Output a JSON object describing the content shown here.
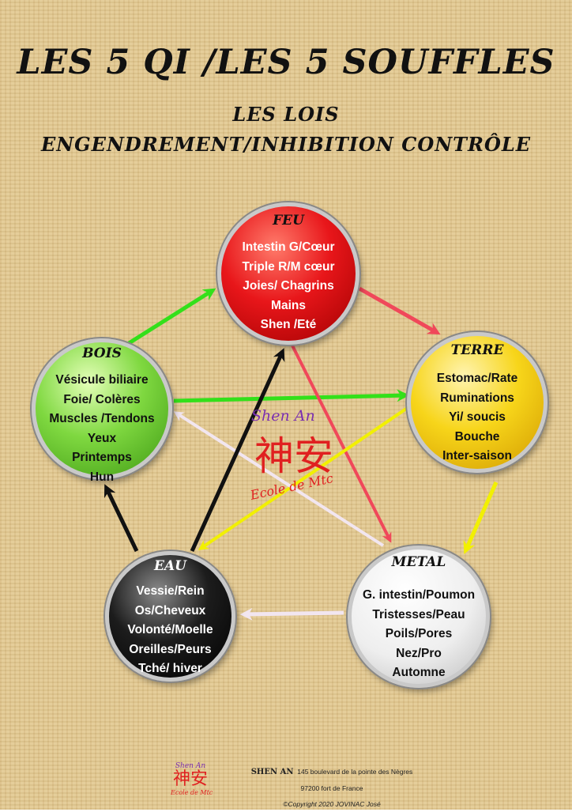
{
  "header": {
    "title": "LES 5 QI /LES 5 SOUFFLES",
    "subtitle1": "LES LOIS",
    "subtitle2": "ENGENDREMENT/INHIBITION CONTRÔLE"
  },
  "elements": {
    "feu": {
      "name": "FEU",
      "lines": [
        "Intestin G/Cœur",
        "Triple R/M cœur",
        "Joies/ Chagrins",
        "Mains",
        "Shen /Eté"
      ],
      "color": "#e8161a"
    },
    "bois": {
      "name": "BOIS",
      "lines": [
        "Vésicule biliaire",
        "Foie/ Colères",
        "Muscles /Tendons",
        "Yeux",
        "Printemps",
        "Hun"
      ],
      "color": "#7fd840"
    },
    "terre": {
      "name": "TERRE",
      "lines": [
        "Estomac/Rate",
        "Ruminations",
        "Yi/ soucis",
        "Bouche",
        "Inter-saison"
      ],
      "color": "#f7d51a"
    },
    "eau": {
      "name": "EAU",
      "lines": [
        "Vessie/Rein",
        "Os/Cheveux",
        "Volonté/Moelle",
        "Oreilles/Peurs",
        "Tché/ hiver"
      ],
      "color": "#111111"
    },
    "metal": {
      "name": "METAL",
      "lines": [
        "G. intestin/Poumon",
        "Tristesses/Peau",
        "Poils/Pores",
        "Nez/Pro",
        "Automne"
      ],
      "color": "#eeeeee"
    }
  },
  "watermark": {
    "top": "Shen An",
    "chars": "神安",
    "bottom": "Ecole de Mtc"
  },
  "footer": {
    "logo_top": "Shen An",
    "logo_chars": "神安",
    "logo_bottom": "Ecole de Mtc",
    "brand": "SHEN AN",
    "address1": "145 boulevard de la pointe des Nègres",
    "address2": "97200 fort de France",
    "copyright": "©Copyright 2020 JOVINAC José"
  },
  "arrow_colors": {
    "engendrement_bois_feu": "#33e01a",
    "engendrement_feu_terre": "#f0485a",
    "engendrement_terre_metal": "#f2f000",
    "engendrement_metal_eau": "#f2e6f0",
    "engendrement_eau_bois": "#111111",
    "controle_bois_terre": "#33e01a",
    "controle_feu_metal": "#f0485a",
    "controle_terre_eau": "#f2f000",
    "controle_metal_bois": "#f2e6f0",
    "controle_eau_feu": "#111111"
  }
}
